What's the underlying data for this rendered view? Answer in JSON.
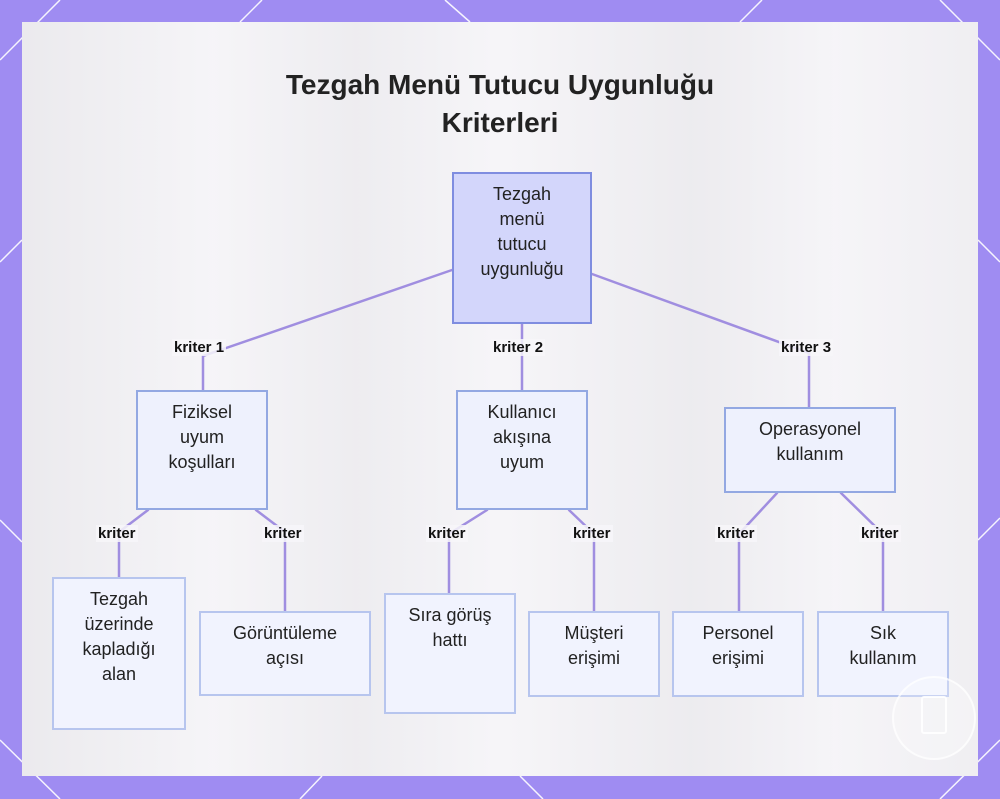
{
  "title_lines": [
    "Tezgah Menü Tutucu Uygunluğu",
    "Kriterleri"
  ],
  "colors": {
    "frame": "#9f8cf2",
    "edge": "#a08ee0",
    "root_fill": "#d3d6fb",
    "node_fill": "#f1f3fe",
    "node_border": "#9fb2e6"
  },
  "root": {
    "lines": [
      "Tezgah",
      "menü",
      "tutucu",
      "uygunluğu"
    ]
  },
  "branches": [
    {
      "edge_label": "kriter 1",
      "lines": [
        "Fiziksel",
        "uyum",
        "koşulları"
      ],
      "children": [
        {
          "edge_label": "kriter",
          "lines": [
            "Tezgah",
            "üzerinde",
            "kapladığı",
            "alan"
          ]
        },
        {
          "edge_label": "kriter",
          "lines": [
            "Görüntüleme",
            "açısı"
          ]
        }
      ]
    },
    {
      "edge_label": "kriter 2",
      "lines": [
        "Kullanıcı",
        "akışına",
        "uyum"
      ],
      "children": [
        {
          "edge_label": "kriter",
          "lines": [
            "Sıra görüş",
            "hattı"
          ]
        },
        {
          "edge_label": "kriter",
          "lines": [
            "Müşteri",
            "erişimi"
          ]
        }
      ]
    },
    {
      "edge_label": "kriter 3",
      "lines": [
        "Operasyonel",
        "kullanım"
      ],
      "children": [
        {
          "edge_label": "kriter",
          "lines": [
            "Personel",
            "erişimi"
          ]
        },
        {
          "edge_label": "kriter",
          "lines": [
            "Sık",
            "kullanım"
          ]
        }
      ]
    }
  ]
}
